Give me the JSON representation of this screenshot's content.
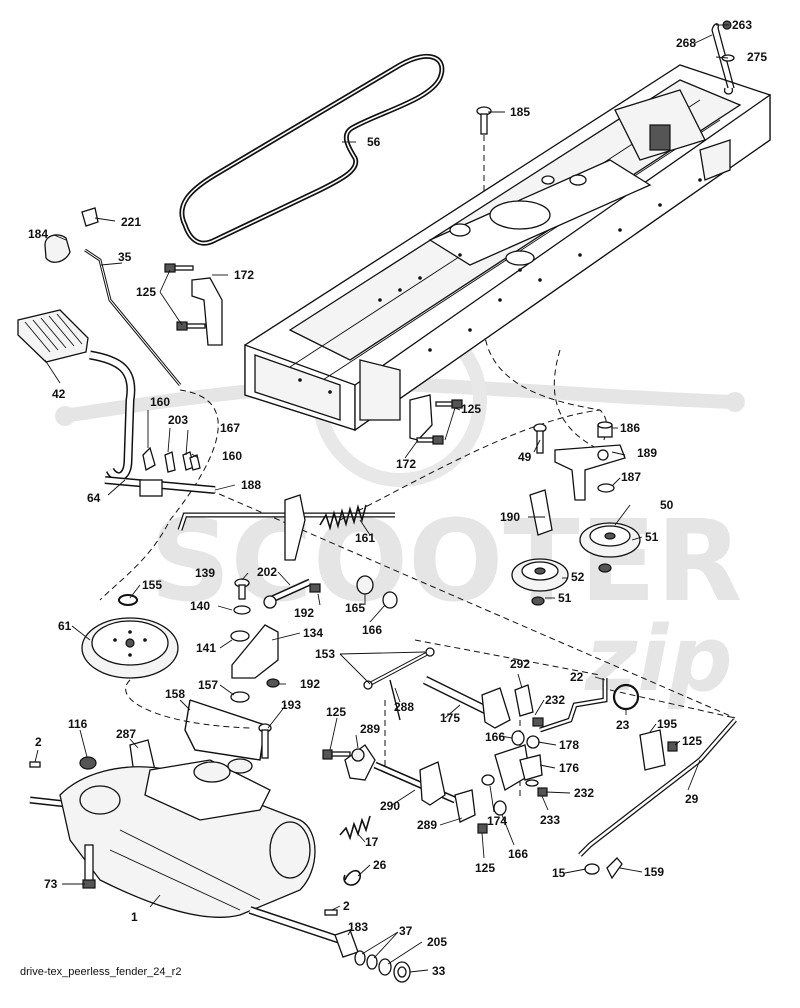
{
  "watermark": {
    "brand_main": "SCOOTER",
    "brand_sub": "zip"
  },
  "footer": {
    "diagram_code": "drive-tex_peerless_fender_24_r2"
  },
  "callouts": {
    "c263": "263",
    "c268": "268",
    "c275": "275",
    "c185": "185",
    "c56": "56",
    "c221": "221",
    "c184": "184",
    "c35": "35",
    "c172a": "172",
    "c125a": "125",
    "c42": "42",
    "c160a": "160",
    "c203": "203",
    "c167": "167",
    "c160b": "160",
    "c64": "64",
    "c188": "188",
    "c172b": "172",
    "c125b": "125",
    "c49": "49",
    "c186": "186",
    "c189": "189",
    "c187": "187",
    "c50": "50",
    "c190": "190",
    "c52": "52",
    "c51a": "51",
    "c51b": "51",
    "c161": "161",
    "c139": "139",
    "c202": "202",
    "c155": "155",
    "c140": "140",
    "c192a": "192",
    "c165": "165",
    "c166a": "166",
    "c61": "61",
    "c141": "141",
    "c134": "134",
    "c153": "153",
    "c157": "157",
    "c192b": "192",
    "c292": "292",
    "c22": "22",
    "c158": "158",
    "c193": "193",
    "c288": "288",
    "c175": "175",
    "c232a": "232",
    "c23": "23",
    "c116": "116",
    "c287": "287",
    "c125c": "125",
    "c289a": "289",
    "c166b": "166",
    "c178": "178",
    "c195": "195",
    "c125d": "125",
    "c2a": "2",
    "c176": "176",
    "c290": "290",
    "c232b": "232",
    "c29": "29",
    "c289b": "289",
    "c174": "174",
    "c233": "233",
    "c17": "17",
    "c166c": "166",
    "c26": "26",
    "c125e": "125",
    "c73": "73",
    "c15": "15",
    "c159": "159",
    "c1": "1",
    "c2b": "2",
    "c183": "183",
    "c37": "37",
    "c205": "205",
    "c33": "33"
  }
}
